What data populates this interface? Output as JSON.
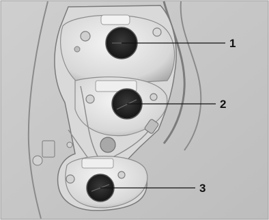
{
  "figure": {
    "subject": "rear-lamp-cluster-bulb-holders",
    "callouts": [
      {
        "number": "1"
      },
      {
        "number": "2"
      },
      {
        "number": "3"
      }
    ]
  },
  "colors": {
    "background": "#c9c9c9",
    "housing_light": "#e6e6e6",
    "housing_shadow": "#8e8e8e",
    "socket": "#1b1b1b",
    "leader_line": "#111111"
  }
}
